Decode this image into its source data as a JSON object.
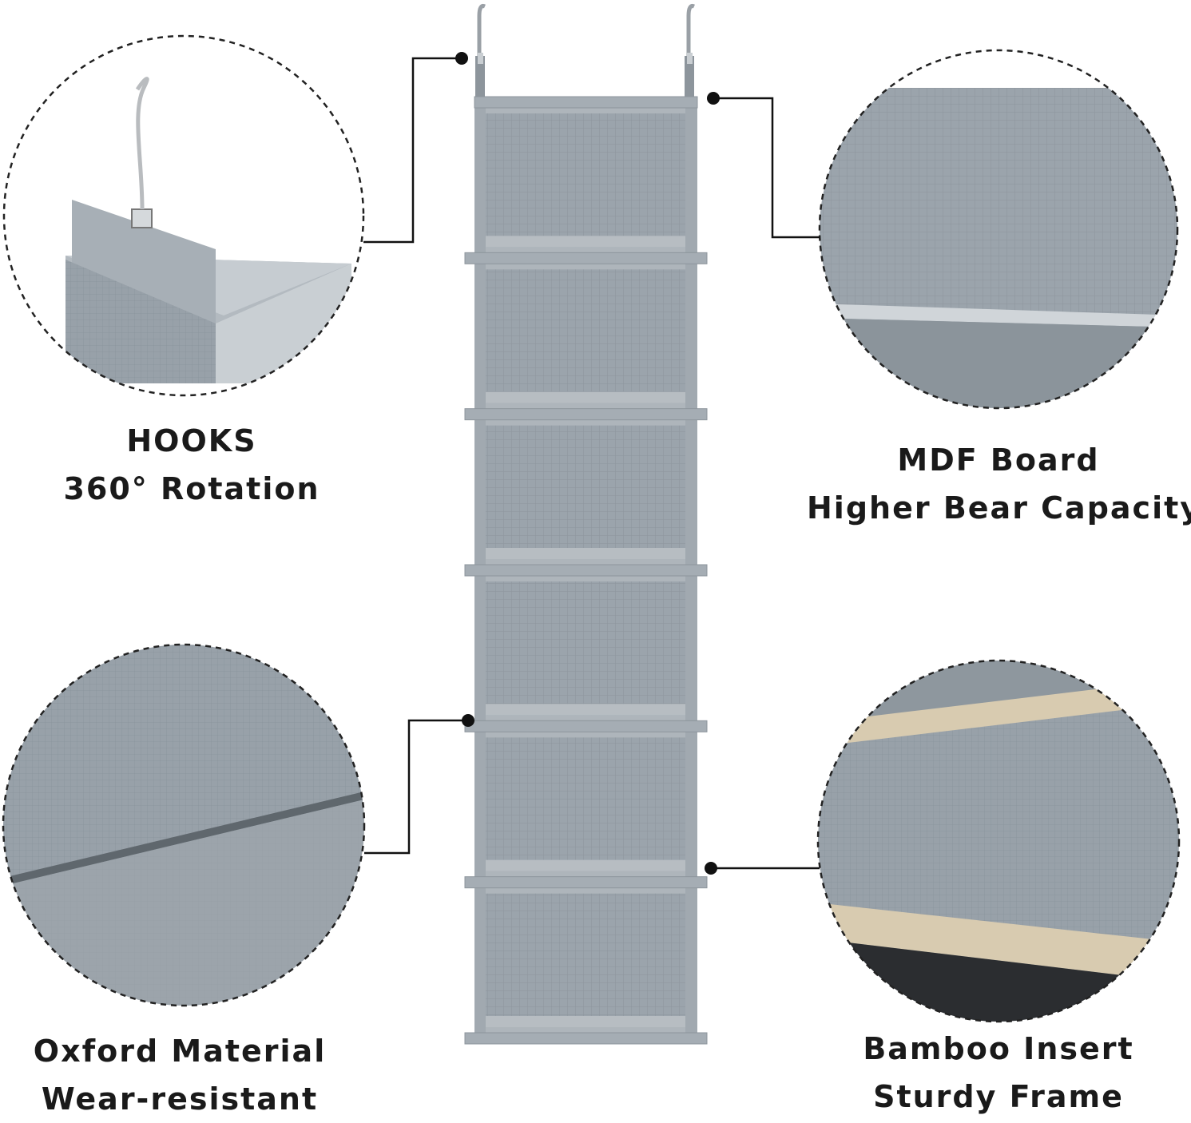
{
  "features": [
    {
      "title": "HOOKS",
      "subtitle": "360° Rotation",
      "icon": "hanger-hook-icon"
    },
    {
      "title": "MDF Board",
      "subtitle": "Higher Bear Capacity",
      "icon": "mdf-board-icon"
    },
    {
      "title": "Oxford Material",
      "subtitle": "Wear-resistant",
      "icon": "oxford-fabric-icon"
    },
    {
      "title": "Bamboo Insert",
      "subtitle": "Sturdy Frame",
      "icon": "bamboo-insert-icon"
    }
  ],
  "product": {
    "shelf_count": 6
  },
  "colors": {
    "fabric": "#9aa3ab",
    "fabric_dark": "#7f8990",
    "bamboo": "#d8cbb0",
    "line": "#111111"
  }
}
